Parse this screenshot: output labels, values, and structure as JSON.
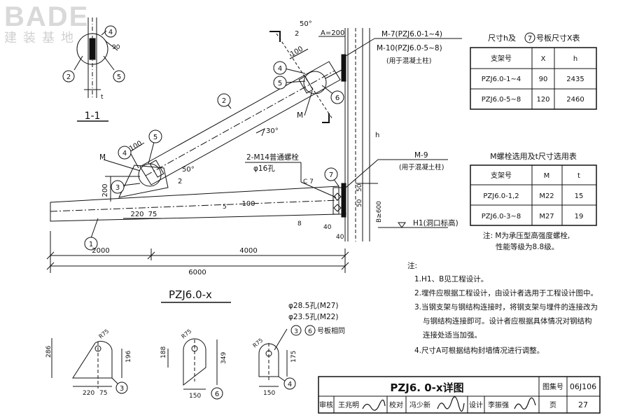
{
  "watermark": {
    "brand": "BADE",
    "subtitle": "建装基地"
  },
  "section_view": {
    "title": "1-1",
    "labels": [
      "4",
      "2",
      "5"
    ],
    "dim_90": "90",
    "dim_t": "t"
  },
  "main_drawing": {
    "title": "PZJ6.0-x",
    "dims": {
      "d2000": "2000",
      "d4000": "4000",
      "d6000": "6000",
      "d200": "200",
      "d220": "220",
      "d75": "75",
      "d100_top": "100",
      "d100_mid": "100",
      "d100_beam": "100",
      "d50_top": "50°",
      "d50_mid": "50°",
      "d2_top": "2",
      "d2_mid": "2",
      "d30": "30°",
      "dA": "A=200",
      "dh": "h",
      "d50a": "50",
      "d50b": "50",
      "d40a": "40",
      "d40b": "40",
      "d8": "8",
      "d5": "5",
      "dB": "B≥600",
      "dC7": "C 7",
      "d1": "1"
    },
    "callouts": {
      "m7": "M-7(PZJ6.0-1~4)",
      "m10": "M-10(PZJ6.0-5~8)",
      "m10_note": "(用于混凝土柱)",
      "m9": "M-9",
      "m9_note": "(用于混凝土柱)",
      "bolts": "2-M14普通螺栓",
      "hole": "φ16孔",
      "h1": "H1(洞口标高)",
      "M_top": "M",
      "M_mid": "M"
    },
    "markers": [
      "1",
      "2",
      "3",
      "4",
      "5",
      "6",
      "7",
      "4",
      "5"
    ]
  },
  "table_h": {
    "title_prefix": "尺寸h及",
    "title_circle": "7",
    "title_suffix": "号板尺寸X表",
    "headers": [
      "支架号",
      "X",
      "h"
    ],
    "rows": [
      [
        "PZJ6.0-1~4",
        "90",
        "2435"
      ],
      [
        "PZJ6.0-5~8",
        "120",
        "2460"
      ]
    ]
  },
  "table_m": {
    "title": "M螺栓选用及t尺寸选用表",
    "headers": [
      "支架号",
      "M",
      "t"
    ],
    "rows": [
      [
        "PZJ6.0-1,2",
        "M22",
        "15"
      ],
      [
        "PZJ6.0-3~8",
        "M27",
        "19"
      ]
    ],
    "note_line1": "注: M为承压型高强度螺栓,",
    "note_line2": "性能等级为8.8级。"
  },
  "notes": {
    "heading": "注:",
    "items": [
      "1.H1、B见工程设计。",
      "2.埋件应根据工程设计，由设计者选用于工程设计图中。",
      "3.当钢支架与钢结构连接时，将钢支架与埋件的连接改为",
      "与钢结构连接即可。设计者应根据具体情况对钢结构",
      "连接处适当加强。",
      "4.尺寸A可根据结构封墙情况进行调整。"
    ]
  },
  "plates": {
    "hole_m27": "φ28.5孔(M27)",
    "hole_m22": "φ23.5孔(M22)",
    "same_prefix_a": "3",
    "same_prefix_b": "6",
    "same_suffix": "号板相同",
    "p3": {
      "r": "R75",
      "h1": "286",
      "h2": "196",
      "w1": "220",
      "w2": "75",
      "num": "3"
    },
    "p6": {
      "r": "R75",
      "h1": "188",
      "h2": "349",
      "w": "150",
      "num": "6"
    },
    "p4": {
      "r": "R75",
      "h": "175",
      "w": "150",
      "num": "4"
    }
  },
  "title_block": {
    "title": "PZJ6. 0-x详图",
    "atlas_label": "图集号",
    "atlas_no": "06J106",
    "review": "审核",
    "reviewer": "王兆明",
    "check": "校对",
    "checker": "冯少新",
    "design": "设计",
    "designer": "李振强",
    "page_label": "页",
    "page_no": "27"
  }
}
